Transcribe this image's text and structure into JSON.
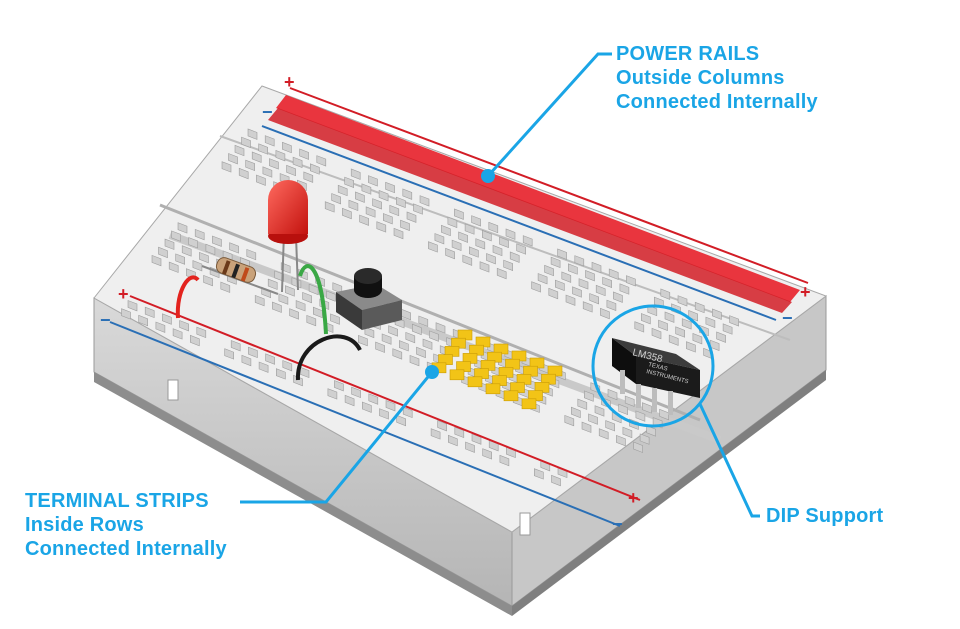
{
  "annotations": {
    "power_rails": {
      "title": "POWER RAILS",
      "line1": "Outside Columns",
      "line2": "Connected Internally"
    },
    "terminal_strips": {
      "title": "TERMINAL STRIPS",
      "line1": "Inside Rows",
      "line2": "Connected Internally"
    },
    "dip_support": {
      "title": "DIP Support"
    }
  },
  "board": {
    "rail_plus": "+",
    "rail_minus": "−"
  },
  "chip": {
    "part_number": "LM358",
    "maker_line1": "TEXAS",
    "maker_line2": "INSTRUMENTS"
  },
  "colors": {
    "callout": "#1aa5e6",
    "power_rail_highlight": "#e8202a",
    "terminal_highlight": "#f2c417",
    "board": "#eeeeee",
    "led": "#e3231e",
    "chip": "#222222"
  }
}
